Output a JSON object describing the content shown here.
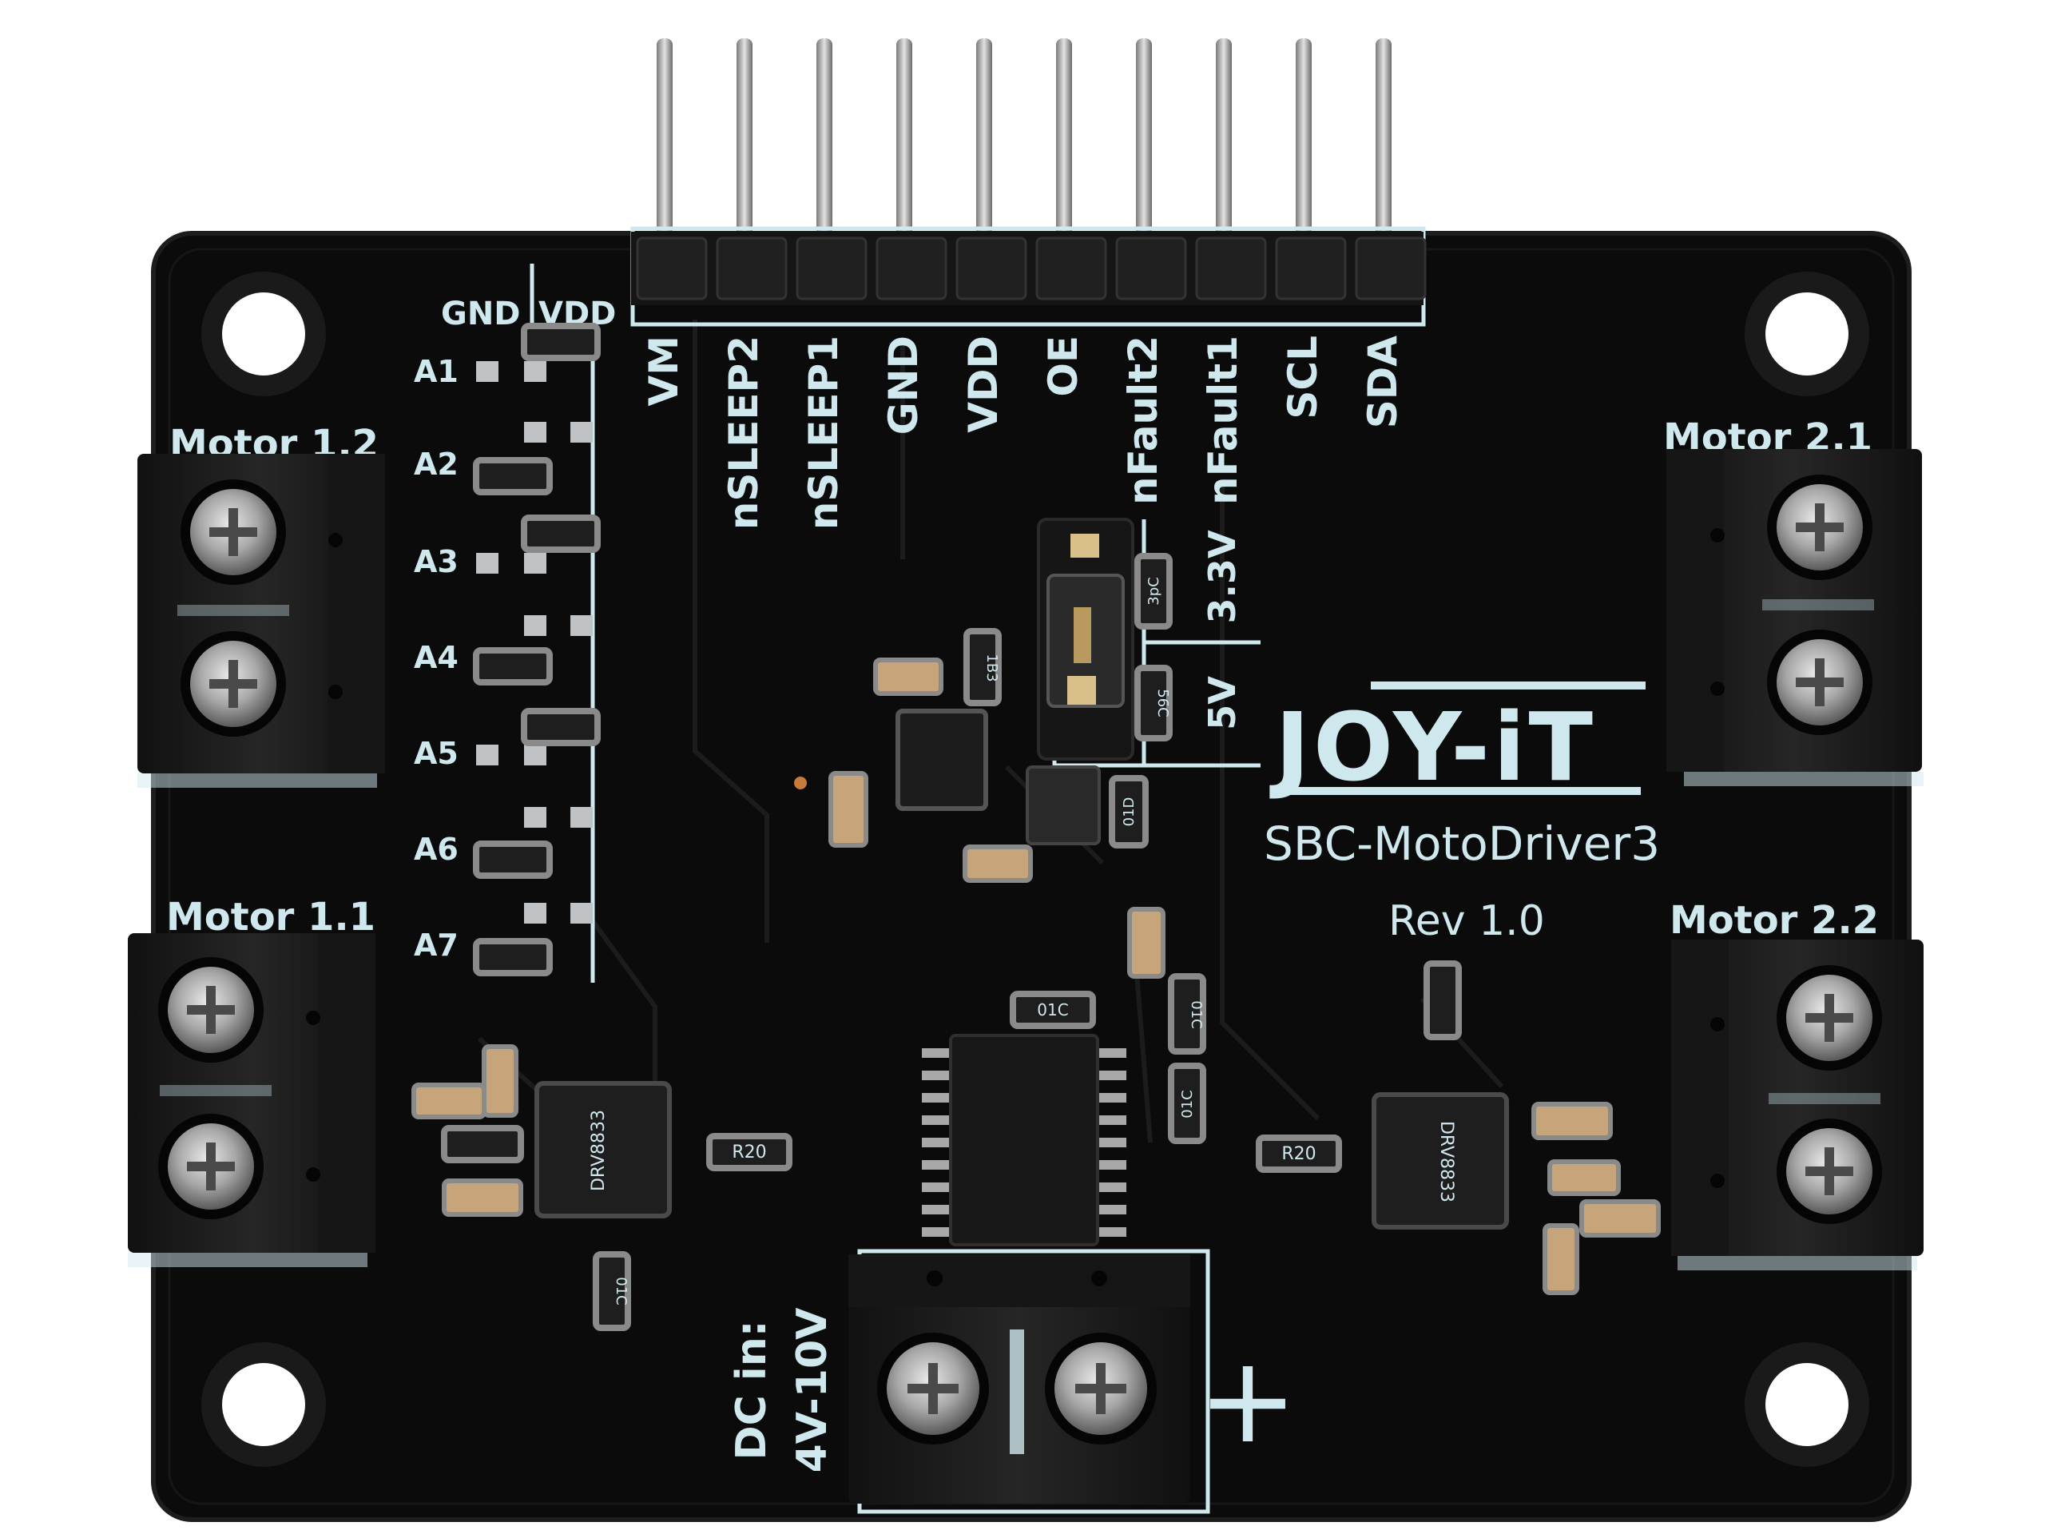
{
  "colors": {
    "board": "#0b0b0b",
    "board_edge": "#151515",
    "silkscreen": "#cfe8ee",
    "terminal_block": "#1b1b1b",
    "screw_metal": "#b8b8b8",
    "pin_metal": "#c9c9c9"
  },
  "header": {
    "pins": [
      "VM",
      "nSLEEP2",
      "nSLEEP1",
      "GND",
      "VDD",
      "OE",
      "nFault2",
      "nFault1",
      "SCL",
      "SDA"
    ]
  },
  "address": {
    "gnd_label": "GND",
    "vdd_label": "VDD",
    "jumpers": [
      "A1",
      "A2",
      "A3",
      "A4",
      "A5",
      "A6",
      "A7"
    ]
  },
  "motors": {
    "m12": "Motor 1.2",
    "m11": "Motor 1.1",
    "m21": "Motor 2.1",
    "m22": "Motor 2.2"
  },
  "voltage_select": {
    "v33": "3.3V",
    "v5": "5V"
  },
  "brand": {
    "logo_text": "JOY-iT",
    "model": "SBC-MotoDriver3",
    "revision": "Rev 1.0"
  },
  "power": {
    "line1": "DC in:",
    "line2": "4V-10V",
    "plus": "+"
  },
  "chips": {
    "driver_left": "DRV8833",
    "driver_right": "DRV8833"
  },
  "resistors": {
    "r20_left": "R20",
    "r20_right": "R20",
    "r01c_a": "01C",
    "r01c_b": "01C",
    "r01c_c": "01C",
    "r01c_d": "01C",
    "r01d": "01D",
    "r3pc": "3pC",
    "r56c": "56C",
    "r1b3": "1B3"
  }
}
